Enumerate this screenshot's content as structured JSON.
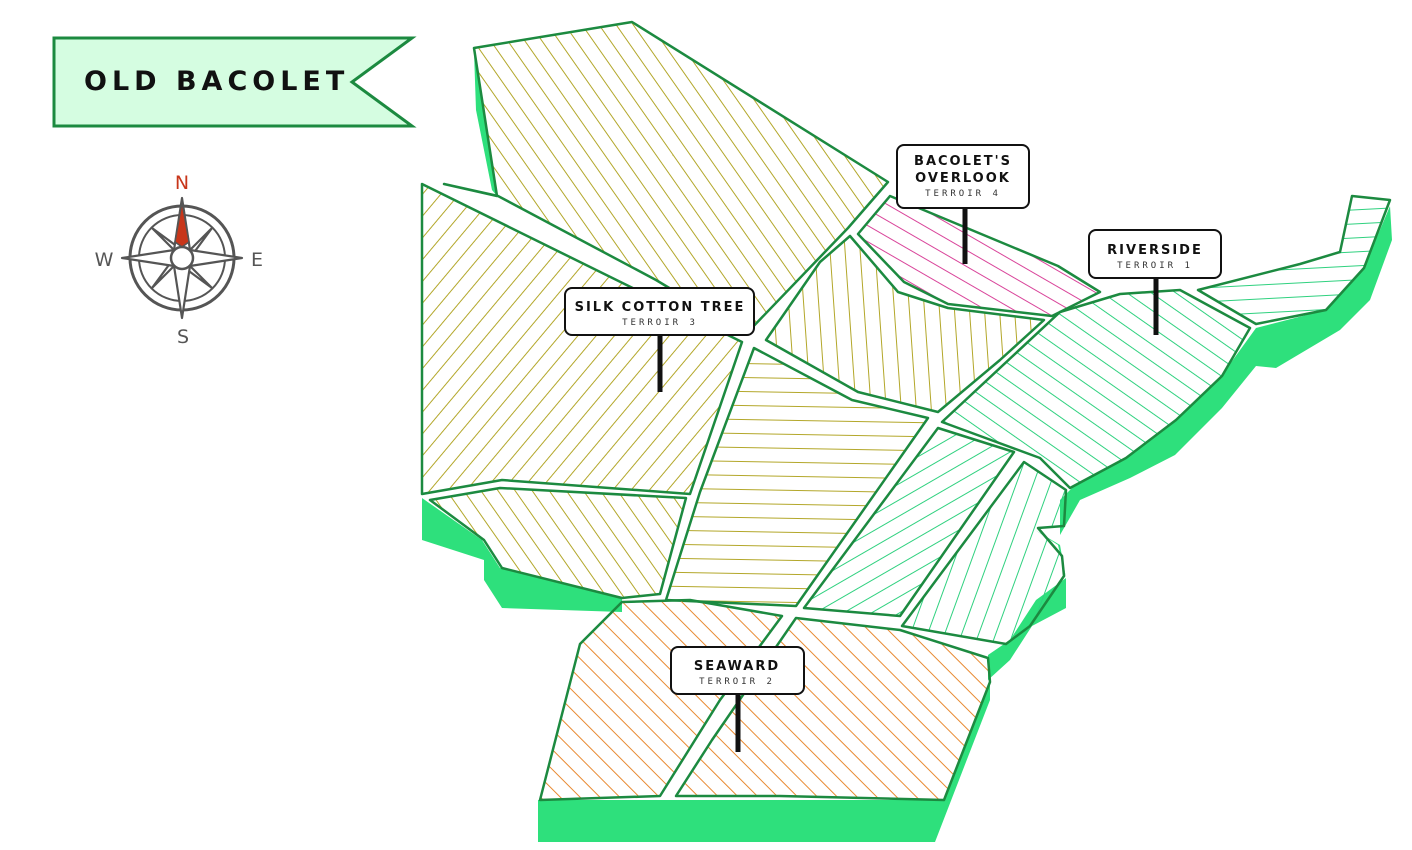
{
  "title": "OLD BACOLET",
  "compass": {
    "north": "N",
    "south": "S",
    "east": "E",
    "west": "W"
  },
  "terroirs": [
    {
      "id": "overlook",
      "name_line1": "BACOLET'S",
      "name_line2": "OVERLOOK",
      "subtitle": "TERROIR 4",
      "pattern_color": "#d9449a"
    },
    {
      "id": "riverside",
      "name": "RIVERSIDE",
      "subtitle": "TERROIR 1",
      "pattern_color": "#2fd17f"
    },
    {
      "id": "silk-cotton",
      "name": "SILK COTTON TREE",
      "subtitle": "TERROIR 3",
      "pattern_color": "#b3a72a"
    },
    {
      "id": "seaward",
      "name": "SEAWARD",
      "subtitle": "TERROIR 2",
      "pattern_color": "#e88a32"
    }
  ],
  "colors": {
    "outline": "#1c8a40",
    "land_side": "#2ee07c",
    "banner_fill": "#d5fde1",
    "north": "#c8361a",
    "compass": "#555555"
  }
}
